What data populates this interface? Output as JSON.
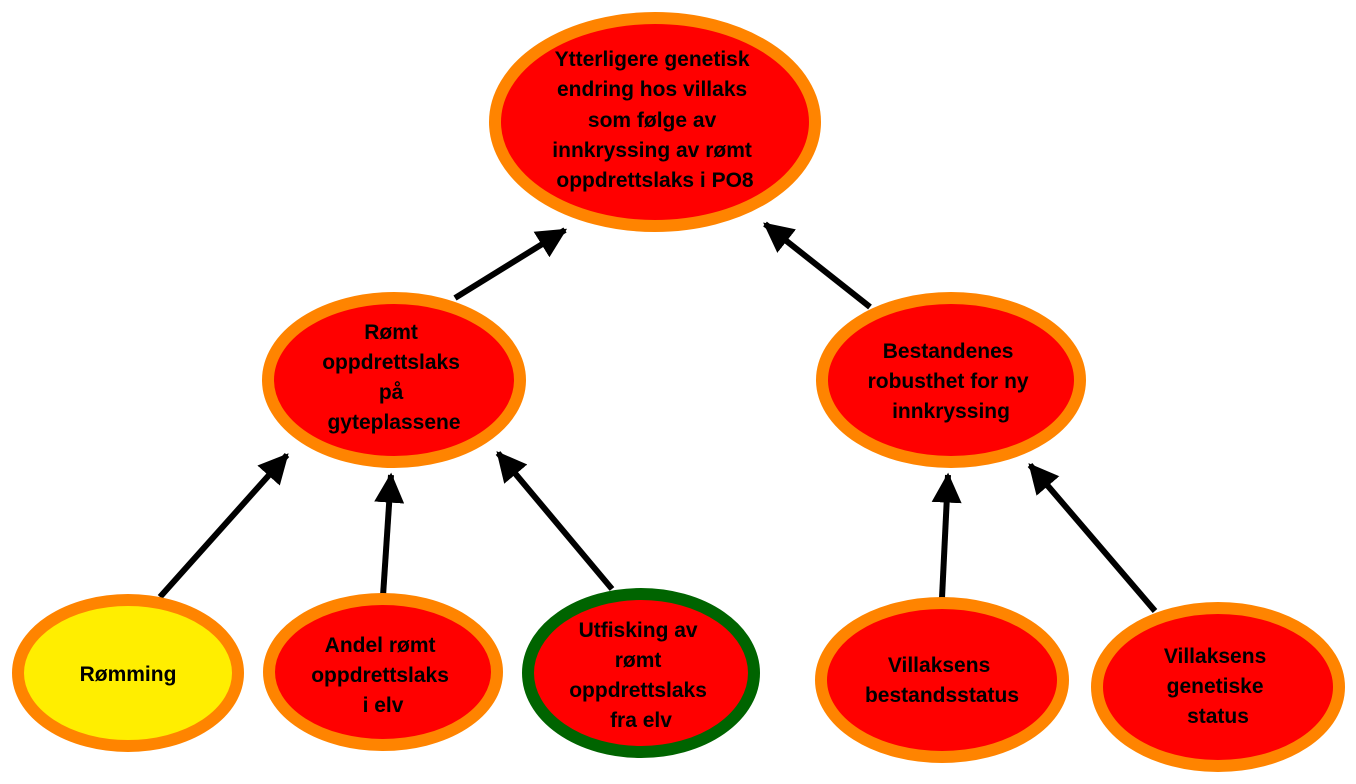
{
  "colors": {
    "fill_red": "#ff0000",
    "fill_yellow": "#ffee00",
    "border_orange": "#ff8400",
    "border_green": "#006400",
    "arrow": "#000000"
  },
  "nodes": {
    "top": {
      "lines": [
        "Ytterligere genetisk",
        "endring hos villaks",
        "som følge av",
        "innkryssing av rømt",
        "oppdrettslaks i PO8"
      ]
    },
    "left": {
      "lines": [
        "Rømt",
        "oppdrettslaks",
        "på",
        "gyteplassene"
      ]
    },
    "right": {
      "lines": [
        "Bestandenes",
        "robusthet for ny",
        "innkryssing"
      ]
    },
    "romming": {
      "lines": [
        "Rømming"
      ]
    },
    "andel": {
      "lines": [
        "Andel rømt",
        "oppdrettslaks",
        "i elv"
      ]
    },
    "utfisking": {
      "lines": [
        "Utfisking av",
        "rømt",
        "oppdrettslaks",
        "fra elv"
      ]
    },
    "bestandsstatus": {
      "lines": [
        "Villaksens",
        "bestandsstatus"
      ]
    },
    "genetisk": {
      "lines": [
        "Villaksens",
        "genetiske",
        "status"
      ]
    }
  },
  "edges": [
    {
      "from": "left",
      "to": "top"
    },
    {
      "from": "right",
      "to": "top"
    },
    {
      "from": "romming",
      "to": "left"
    },
    {
      "from": "andel",
      "to": "left"
    },
    {
      "from": "utfisking",
      "to": "left"
    },
    {
      "from": "bestandsstatus",
      "to": "right"
    },
    {
      "from": "genetisk",
      "to": "right"
    }
  ]
}
